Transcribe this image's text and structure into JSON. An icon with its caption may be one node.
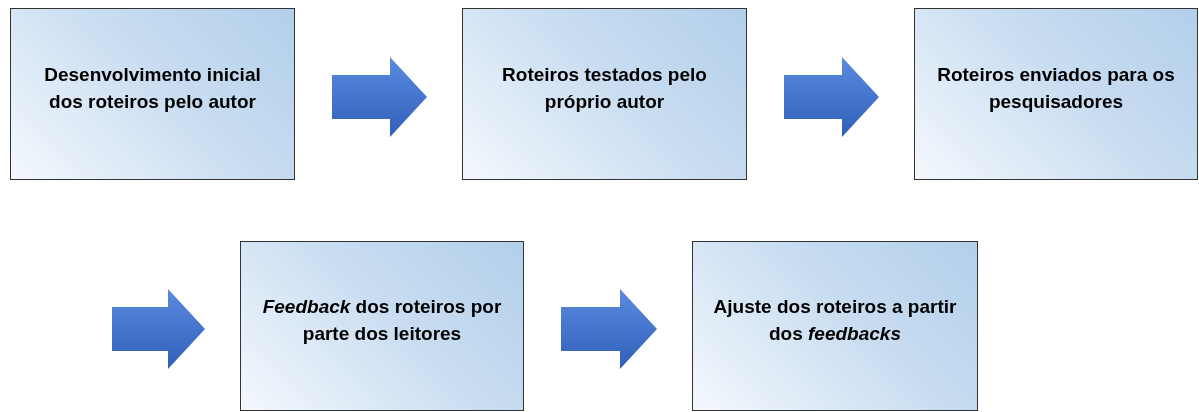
{
  "diagram": {
    "nodes": [
      {
        "text": [
          "Desenvolvimento inicial dos roteiros pelo autor"
        ]
      },
      {
        "text": [
          "Roteiros testados pelo próprio autor"
        ]
      },
      {
        "text": [
          "Roteiros enviados para os pesquisadores"
        ]
      },
      {
        "text": [
          "*Feedback* dos roteiros por parte dos leitores"
        ]
      },
      {
        "text": [
          "Ajuste dos roteiros a partir dos *feedbacks*"
        ]
      }
    ],
    "edges": [
      {
        "from": 0,
        "to": 1,
        "arrow": "to"
      },
      {
        "from": 1,
        "to": 2,
        "arrow": "to"
      },
      {
        "from": null,
        "to": 3,
        "arrow": "to"
      },
      {
        "from": 3,
        "to": 4,
        "arrow": "to"
      }
    ]
  }
}
